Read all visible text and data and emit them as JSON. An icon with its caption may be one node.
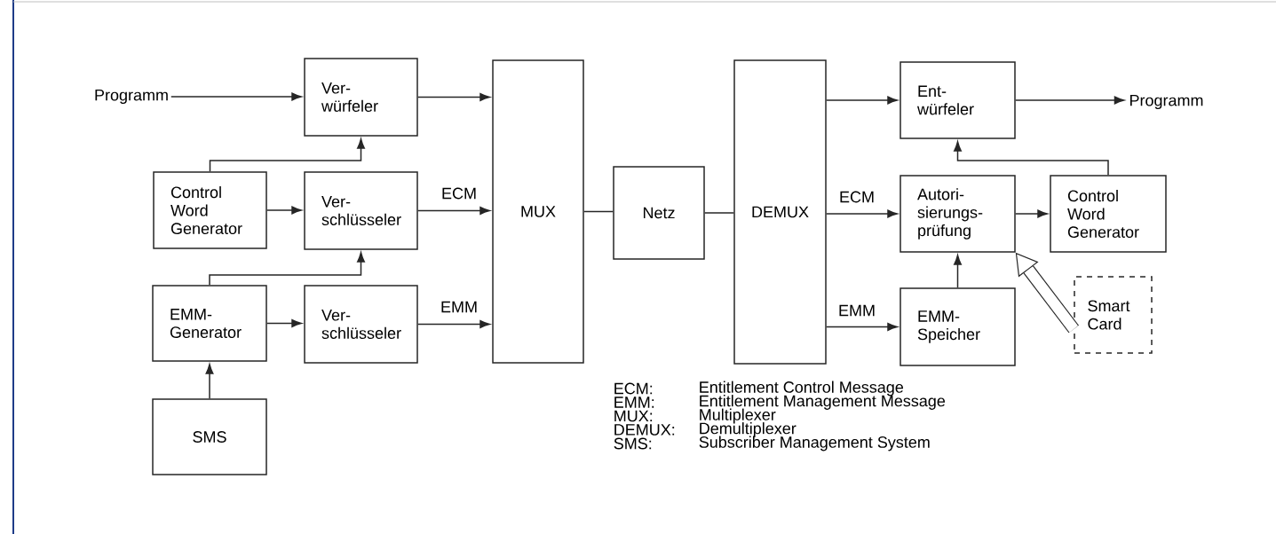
{
  "diagram": {
    "nodes": [
      {
        "text": [
          "Programm"
        ]
      },
      {
        "text": [
          "Ver- würfeler"
        ]
      },
      {
        "text": [
          "Control Word Generator"
        ]
      },
      {
        "text": [
          "Ver- schlüsseler"
        ]
      },
      {
        "text": [
          "EMM- Generator"
        ]
      },
      {
        "text": [
          "Ver- schlüsseler"
        ]
      },
      {
        "text": [
          "SMS"
        ]
      },
      {
        "text": [
          "MUX"
        ]
      },
      {
        "text": [
          "Netz"
        ]
      },
      {
        "text": [
          "DEMUX"
        ]
      },
      {
        "text": [
          "Ent- würfeler"
        ]
      },
      {
        "text": [
          "Programm"
        ]
      },
      {
        "text": [
          "Autori- sierungs- prüfung"
        ]
      },
      {
        "text": [
          "Control Word Generator"
        ]
      },
      {
        "text": [
          "EMM- Speicher"
        ]
      },
      {
        "text": [
          "Smart Card"
        ]
      }
    ],
    "edges": [
      {
        "from": 0,
        "to": 1,
        "arrow": "to"
      },
      {
        "from": 1,
        "to": 7,
        "arrow": "to"
      },
      {
        "from": 2,
        "to": 1,
        "arrow": "to"
      },
      {
        "from": 2,
        "to": 3,
        "arrow": "to"
      },
      {
        "from": 3,
        "to": 7,
        "arrow": "to",
        "label": "ECM"
      },
      {
        "from": 4,
        "to": 3,
        "arrow": "to"
      },
      {
        "from": 4,
        "to": 5,
        "arrow": "to"
      },
      {
        "from": 5,
        "to": 7,
        "arrow": "to",
        "label": "EMM"
      },
      {
        "from": 6,
        "to": 4,
        "arrow": "to"
      },
      {
        "from": 7,
        "to": 8,
        "arrow": "none"
      },
      {
        "from": 8,
        "to": 9,
        "arrow": "none"
      },
      {
        "from": 9,
        "to": 10,
        "arrow": "to"
      },
      {
        "from": 9,
        "to": 12,
        "arrow": "to",
        "label": "ECM"
      },
      {
        "from": 9,
        "to": 14,
        "arrow": "to",
        "label": "EMM"
      },
      {
        "from": 10,
        "to": 11,
        "arrow": "to"
      },
      {
        "from": 13,
        "to": 10,
        "arrow": "to"
      },
      {
        "from": 12,
        "to": 13,
        "arrow": "to"
      },
      {
        "from": 14,
        "to": 12,
        "arrow": "to"
      },
      {
        "from": 15,
        "to": 12,
        "arrow": "to",
        "style": "thick"
      }
    ],
    "labels": [
      "ECM:",
      "Entitlement Control Message",
      "EMM:",
      "Entitlement Management Message",
      "MUX:",
      "Multiplexer",
      "DEMUX:",
      "Demultiplexer",
      "SMS:",
      "Subscriber Management System"
    ]
  }
}
